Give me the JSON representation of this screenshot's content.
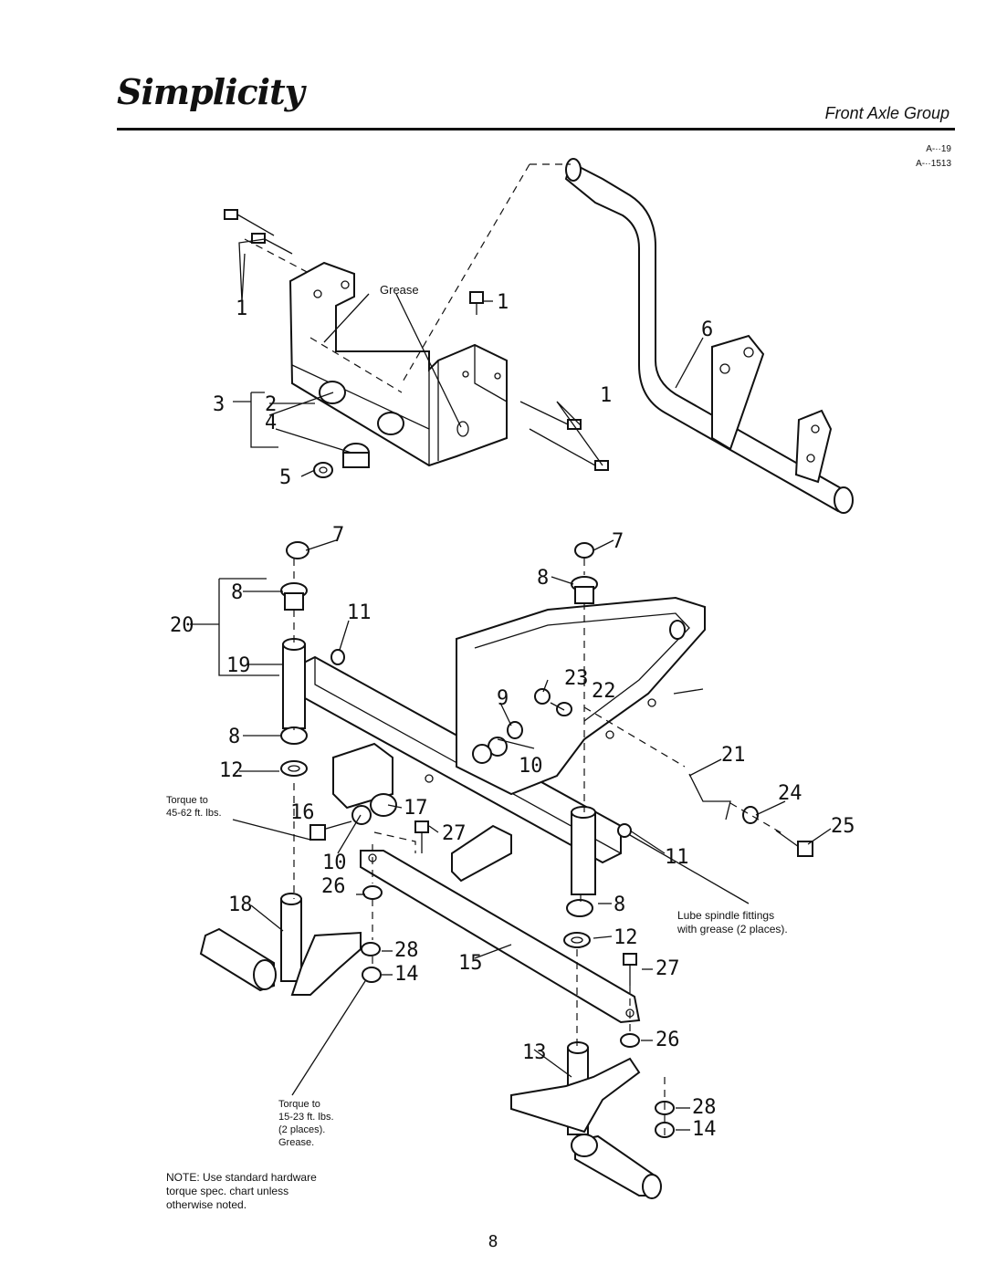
{
  "header": {
    "brand": "Simplicity",
    "section_title": "Front Axle Group",
    "ref_codes": [
      "A-··19",
      "A-··1513"
    ]
  },
  "callouts": [
    "1",
    "1",
    "1",
    "2",
    "3",
    "4",
    "5",
    "6",
    "7",
    "7",
    "8",
    "8",
    "8",
    "8",
    "9",
    "10",
    "10",
    "11",
    "11",
    "12",
    "12",
    "13",
    "14",
    "14",
    "15",
    "16",
    "17",
    "18",
    "19",
    "20",
    "21",
    "22",
    "23",
    "24",
    "25",
    "26",
    "26",
    "27",
    "27",
    "28",
    "28"
  ],
  "labels": {
    "grease": "Grease",
    "torque_1_line1": "Torque to",
    "torque_1_line2": "45-62 ft. lbs.",
    "lube_line1": "Lube spindle fittings",
    "lube_line2": "with grease (2 places).",
    "torque_2_line1": "Torque to",
    "torque_2_line2": "15-23 ft. lbs.",
    "torque_2_line3": "(2 places).",
    "torque_2_line4": "Grease."
  },
  "note": {
    "line1": "NOTE: Use standard hardware",
    "line2": "torque spec. chart unless",
    "line3": "otherwise noted."
  },
  "page_number": "8"
}
